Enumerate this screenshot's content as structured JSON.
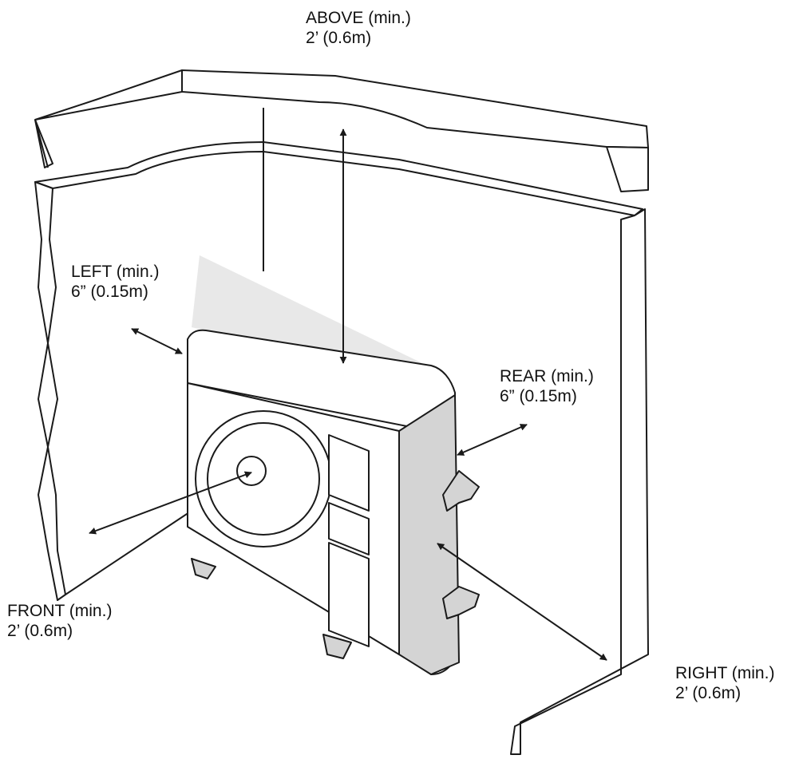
{
  "labels": {
    "above": {
      "direction": "ABOVE (min.)",
      "distance": "2’ (0.6m)"
    },
    "left": {
      "direction": "LEFT (min.)",
      "distance": "6” (0.15m)"
    },
    "rear": {
      "direction": "REAR (min.)",
      "distance": "6” (0.15m)"
    },
    "front": {
      "direction": "FRONT (min.)",
      "distance": "2’ (0.6m)"
    },
    "right": {
      "direction": "RIGHT (min.)",
      "distance": "2’ (0.6m)"
    }
  },
  "colors": {
    "line": "#1a1a1a",
    "unit_side": "#d4d4d4",
    "unit_face": "#ffffff",
    "shadow": "#e6e6e6"
  }
}
